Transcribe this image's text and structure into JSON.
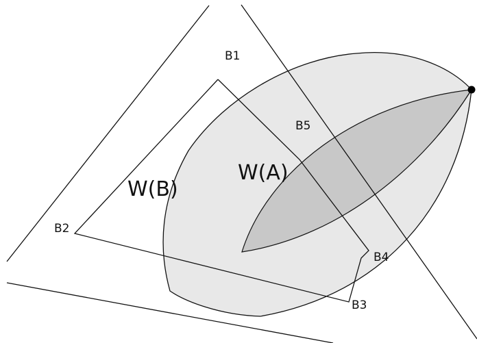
{
  "diagram": {
    "labels": {
      "b1": "B1",
      "b2": "B2",
      "b3": "B3",
      "b4": "B4",
      "b5": "B5",
      "w_a": "W(A)",
      "w_b": "W(B)"
    },
    "colors": {
      "background": "#ffffff",
      "outer_region_fill": "#e8e8e8",
      "inner_region_fill": "#c8c8c8",
      "stroke": "#111111",
      "point": "#000000"
    }
  }
}
